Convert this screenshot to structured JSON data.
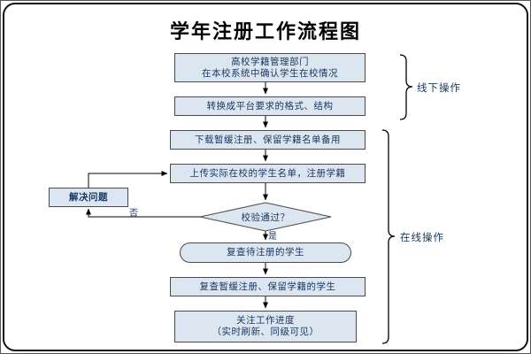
{
  "title": "学年注册工作流程图",
  "nodes": {
    "confirm": {
      "line1": "高校学籍管理部门",
      "line2": "在本校系统中确认学生在校情况"
    },
    "convert": {
      "label": "转换成平台要求的格式、结构"
    },
    "download": {
      "label": "下载暂缓注册、保留学籍名单备用"
    },
    "upload": {
      "label": "上传实际在校的学生名单，注册学籍"
    },
    "check": {
      "label": "校验通过？"
    },
    "solve": {
      "label": "解决问题"
    },
    "review_pending": {
      "label": "复查待注册的学生"
    },
    "review_deferred": {
      "label": "复查暂缓注册、保留学籍的学生"
    },
    "progress": {
      "line1": "关注工作进度",
      "line2": "（实时刷新、同级可见）"
    }
  },
  "edges": {
    "no": "否",
    "yes": "是"
  },
  "groups": {
    "offline": "线下操作",
    "online": "在线操作"
  },
  "colors": {
    "node_fill": "#dce6f1",
    "node_border": "#4a4a4a",
    "line": "#000000",
    "text": "#17375e"
  }
}
